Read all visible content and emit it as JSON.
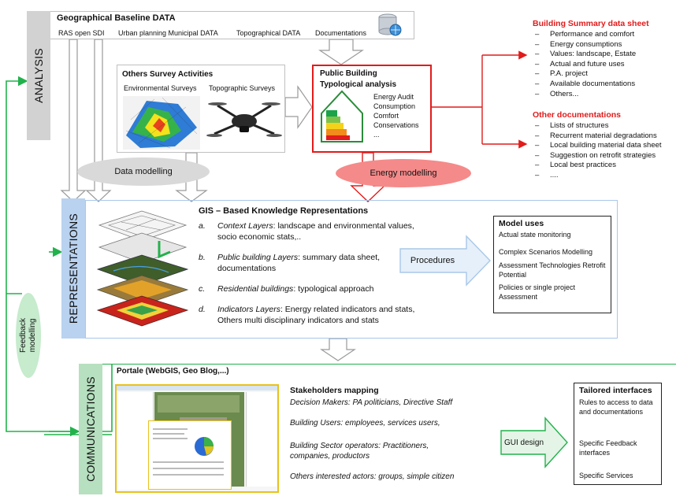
{
  "tabs": {
    "analysis": "ANALYSIS",
    "representations": "REPRESENTATIONS",
    "communications": "COMMUNICATIONS"
  },
  "feedback_label": "Feedback modelling",
  "baseline": {
    "title": "Geographical Baseline DATA",
    "items": [
      "RAS open SDI",
      "Urban planning Municipal DATA",
      "Topographical DATA",
      "Documentations"
    ]
  },
  "survey": {
    "title": "Others Survey Activities",
    "env_label": "Environmental Surveys",
    "topo_label": "Topographic  Surveys"
  },
  "public_building": {
    "title_line1": "Public Building",
    "title_line2": "Typological analysis",
    "items": [
      "Energy Audit",
      "Consumption",
      "Comfort",
      "Conservations",
      "..."
    ]
  },
  "summary_sheet": {
    "title": "Building Summary data sheet",
    "items": [
      "Performance and comfort",
      "Energy consumptions",
      "Values: landscape, Estate",
      "Actual and future uses",
      "P.A. project",
      "Available documentations",
      "Others..."
    ]
  },
  "other_docs": {
    "title": "Other documentations",
    "items": [
      "Lists of structures",
      "Recurrent material degradations",
      "Local building material data sheet",
      "Suggestion on retrofit strategies",
      "Local best practices",
      "...."
    ]
  },
  "data_modelling": "Data  modelling",
  "energy_modelling": "Energy modelling",
  "gis": {
    "title": "GIS – Based Knowledge Representations",
    "items": [
      {
        "letter": "a.",
        "term": "Context Layers",
        "rest": ": landscape and environmental values, socio economic stats,.."
      },
      {
        "letter": "b.",
        "term": "Public building Layers",
        "rest": ": summary data sheet, documentations"
      },
      {
        "letter": "c.",
        "term": "Residential buildings",
        "rest": ": typological approach"
      },
      {
        "letter": "d.",
        "term": "Indicators Layers",
        "rest": ": Energy related indicators and stats, Others multi disciplinary indicators and stats"
      }
    ]
  },
  "procedures": "Procedures",
  "model_uses": {
    "title": "Model uses",
    "items": [
      "Actual state monitoring",
      "Complex Scenarios Modelling",
      "Assessment Technologies Retrofit Potential",
      "Policies or single project Assessment"
    ]
  },
  "portale": {
    "title": "Portale (WebGIS, Geo Blog,...)"
  },
  "stakeholders": {
    "title": "Stakeholders mapping",
    "items": [
      {
        "term": "Decision Makers",
        "rest": ": PA politicians, Directive Staff"
      },
      {
        "term": "Building Users",
        "rest": ": employees, services users,"
      },
      {
        "term": "Building Sector operators",
        "rest": ": Practitioners, companies, productors"
      },
      {
        "term": "Others interested actors",
        "rest": ": groups, simple citizen"
      }
    ]
  },
  "gui_design": "GUI design",
  "tailored": {
    "title": "Tailored interfaces",
    "items": [
      "Rules to access to data and documentations",
      "Specific Feedback interfaces",
      "Specific Services"
    ]
  },
  "colors": {
    "green": "#22b24c",
    "red": "#e21b1b",
    "grey_tab": "#d2d2d2",
    "blue_tab": "#b9d2ef",
    "green_tab": "#b6e0bf",
    "light_blue_border": "#a8c8e8"
  }
}
